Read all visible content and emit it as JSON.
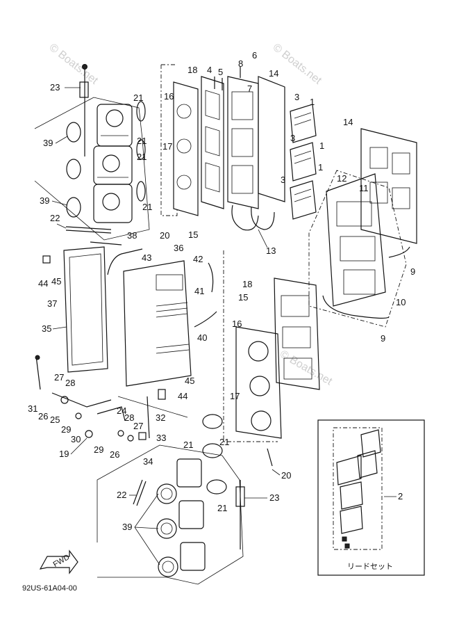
{
  "watermarks": [
    "© Boats.net",
    "© Boats.net",
    "© Boats.net"
  ],
  "diagram_code": "92US-61A04-00",
  "fwd_label": "FWD",
  "inset": {
    "caption": "リードセット",
    "number": "2"
  },
  "callouts": {
    "c1a": "1",
    "c1b": "1",
    "c1c": "1",
    "c2": "2",
    "c3a": "3",
    "c3b": "3",
    "c3c": "3",
    "c4": "4",
    "c5": "5",
    "c6": "6",
    "c7": "7",
    "c8": "8",
    "c9a": "9",
    "c9b": "9",
    "c10": "10",
    "c11": "11",
    "c12": "12",
    "c13": "13",
    "c14a": "14",
    "c14b": "14",
    "c15a": "15",
    "c15b": "15",
    "c16a": "16",
    "c16b": "16",
    "c17a": "17",
    "c17b": "17",
    "c18a": "18",
    "c18b": "18",
    "c19": "19",
    "c20a": "20",
    "c20b": "20",
    "c21a": "21",
    "c21b": "21",
    "c21c": "21",
    "c21d": "21",
    "c21e": "21",
    "c21f": "21",
    "c22a": "22",
    "c22b": "22",
    "c23a": "23",
    "c23b": "23",
    "c24": "24",
    "c25": "25",
    "c26a": "26",
    "c26b": "26",
    "c27a": "27",
    "c27b": "27",
    "c28a": "28",
    "c28b": "28",
    "c29a": "29",
    "c29b": "29",
    "c30": "30",
    "c31": "31",
    "c32": "32",
    "c33": "33",
    "c34": "34",
    "c35": "35",
    "c36": "36",
    "c37": "37",
    "c38": "38",
    "c39a": "39",
    "c39b": "39",
    "c39c": "39",
    "c40": "40",
    "c41": "41",
    "c42": "42",
    "c43": "43",
    "c44a": "44",
    "c44b": "44",
    "c45a": "45",
    "c45b": "45"
  }
}
